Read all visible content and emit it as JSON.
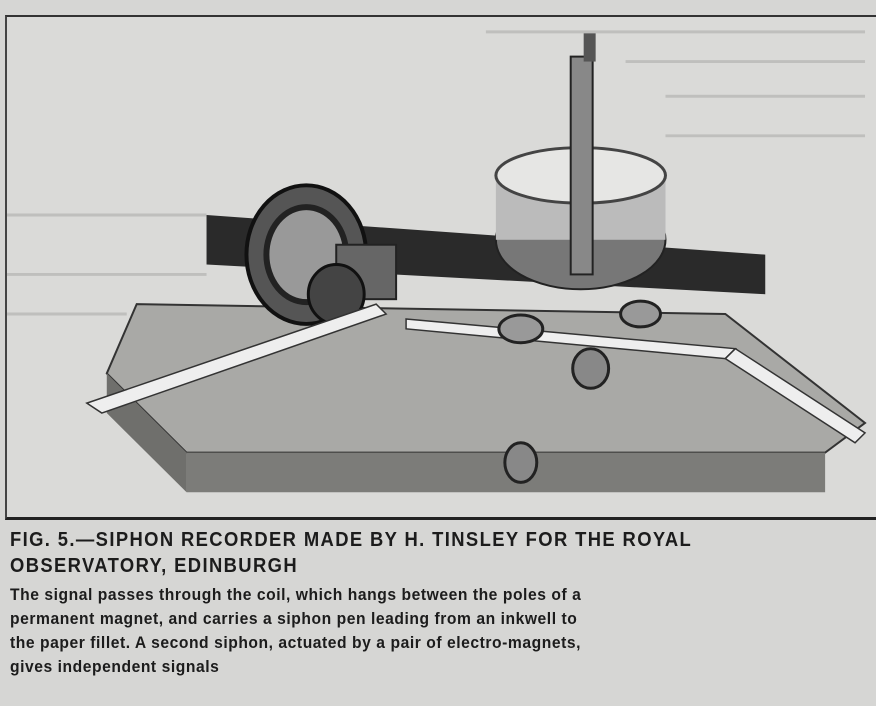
{
  "figure": {
    "title_line1": "FIG. 5.—SIPHON RECORDER MADE BY H. TINSLEY FOR THE ROYAL",
    "title_line2": "OBSERVATORY, EDINBURGH",
    "body_lines": [
      "The signal passes through the coil, which hangs between the poles of a",
      "permanent magnet, and carries a siphon pen leading from an inkwell to",
      "the paper fillet.  A second siphon, actuated by a pair of electro-magnets,",
      "gives independent signals"
    ]
  }
}
